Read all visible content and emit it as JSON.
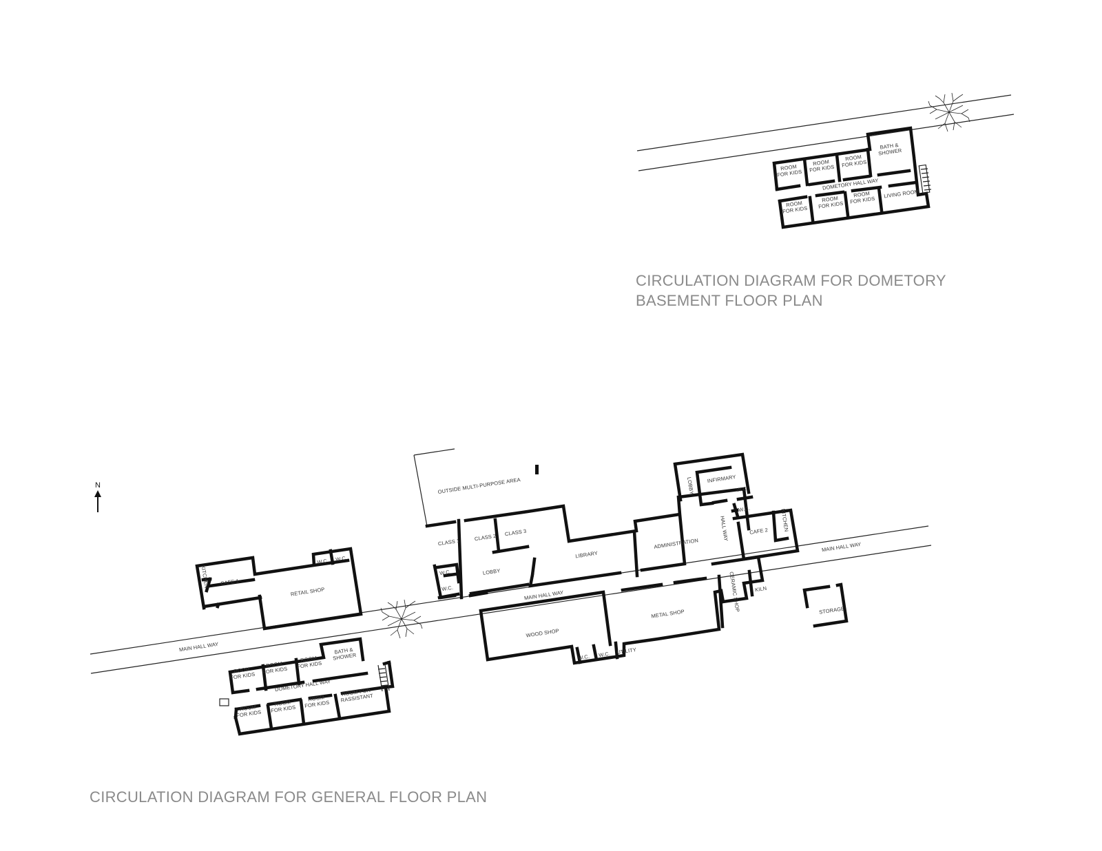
{
  "captions": {
    "dormitory_line1": "CIRCULATION DIAGRAM FOR DOMETORY",
    "dormitory_line2": "BASEMENT FLOOR PLAN",
    "general": "CIRCULATION DIAGRAM FOR GENERAL FLOOR PLAN"
  },
  "north_arrow": {
    "label": "N"
  },
  "dormitory_plan": {
    "rooms": {
      "room_kids_1": "ROOM\nFOR KIDS",
      "room_kids_2": "ROOM\nFOR KIDS",
      "room_kids_3": "ROOM\nFOR KIDS",
      "bath_shower": "BATH &\nSHOWER",
      "room_kids_4": "ROOM\nFOR KIDS",
      "room_kids_5": "ROOM\nFOR KIDS",
      "room_kids_6": "ROOM\nFOR KIDS",
      "living_room": "LIVING ROOM",
      "hallway": "DOMETORY HALL WAY"
    }
  },
  "general_plan": {
    "hallways": {
      "main_hall_left": "MAIN HALL WAY",
      "main_hall_center": "MAIN HALL WAY",
      "main_hall_right": "MAIN HALL WAY",
      "hall_way": "HALL WAY",
      "dormitory_hall": "DOMETORY HALL WAY"
    },
    "rooms": {
      "kitchen_1": "KITCHEN",
      "cafe_1": "CAFE 1",
      "retail_shop": "RETAIL SHOP",
      "wc_retail_1": "W.C.",
      "wc_retail_2": "W.C.",
      "outside_area": "OUTSIDE MULTI-PURPOSE AREA",
      "class_1": "CLASS 1",
      "class_2": "CLASS 2",
      "class_3": "CLASS 3",
      "lobby": "LOBBY",
      "wc_lobby_1": "W.C.",
      "wc_lobby_2": "W.C.",
      "library": "LIBRARY",
      "administration": "ADMINISTRATION",
      "lobby_2": "LOBBY",
      "infirmary": "INFIRMARY",
      "wc_infirmary_1": "W.C.",
      "wc_infirmary_2": "W.C.",
      "cafe_2": "CAFE 2",
      "kitchen_2": "KITCHEN",
      "wood_shop": "WOOD SHOP",
      "metal_shop": "METAL SHOP",
      "wc_shop_1": "W.C.",
      "wc_shop_2": "W.C.",
      "utility": "UTILITY",
      "ceramic_shop": "CERAMIC SHOP",
      "kiln": "KILN",
      "storage": "STORAGE",
      "dorm_room_kids_1": "ROOM\nFOR KIDS",
      "dorm_room_kids_2": "ROOM\nFOR KIDS",
      "dorm_room_kids_3": "ROOM\nFOR KIDS",
      "dorm_bath_shower": "BATH &\nSHOWER",
      "dorm_room_kids_4": "ROOM\nFOR KIDS",
      "dorm_room_kids_5": "ROOM\nFOR KIDS",
      "dorm_room_kids_6": "ROOM\nFOR KIDS",
      "dorm_room_assistant": "ROOM FOR\nRASSISTANT"
    }
  }
}
